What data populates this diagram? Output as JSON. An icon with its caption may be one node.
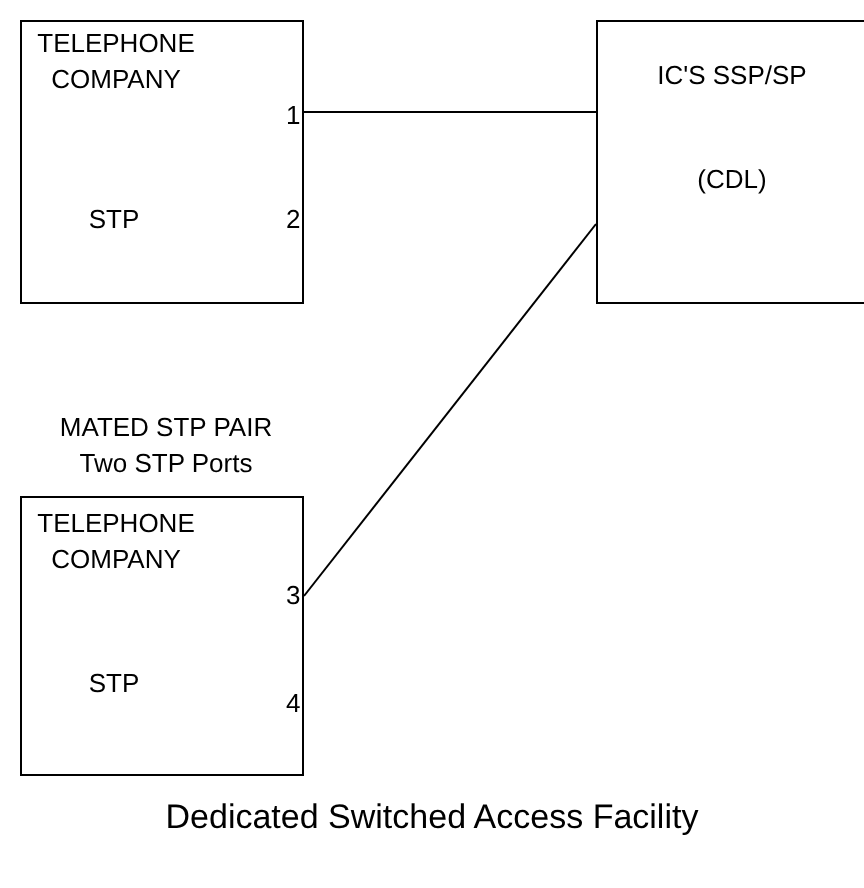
{
  "diagram": {
    "caption": "Dedicated Switched Access Facility",
    "nodes": [
      {
        "text": [
          "TELEPHONE COMPANY",
          "1",
          "STP",
          "2"
        ]
      },
      {
        "text": [
          "IC'S SSP/SP",
          "(CDL)"
        ]
      },
      {
        "text": [
          "MATED STP PAIR",
          "Two STP Ports",
          "TELEPHONE COMPANY",
          "3",
          "STP",
          "4"
        ]
      }
    ],
    "edges": [
      {
        "from": 0,
        "to": 1,
        "arrow": "none"
      },
      {
        "from": 2,
        "to": 1,
        "arrow": "none"
      }
    ]
  }
}
